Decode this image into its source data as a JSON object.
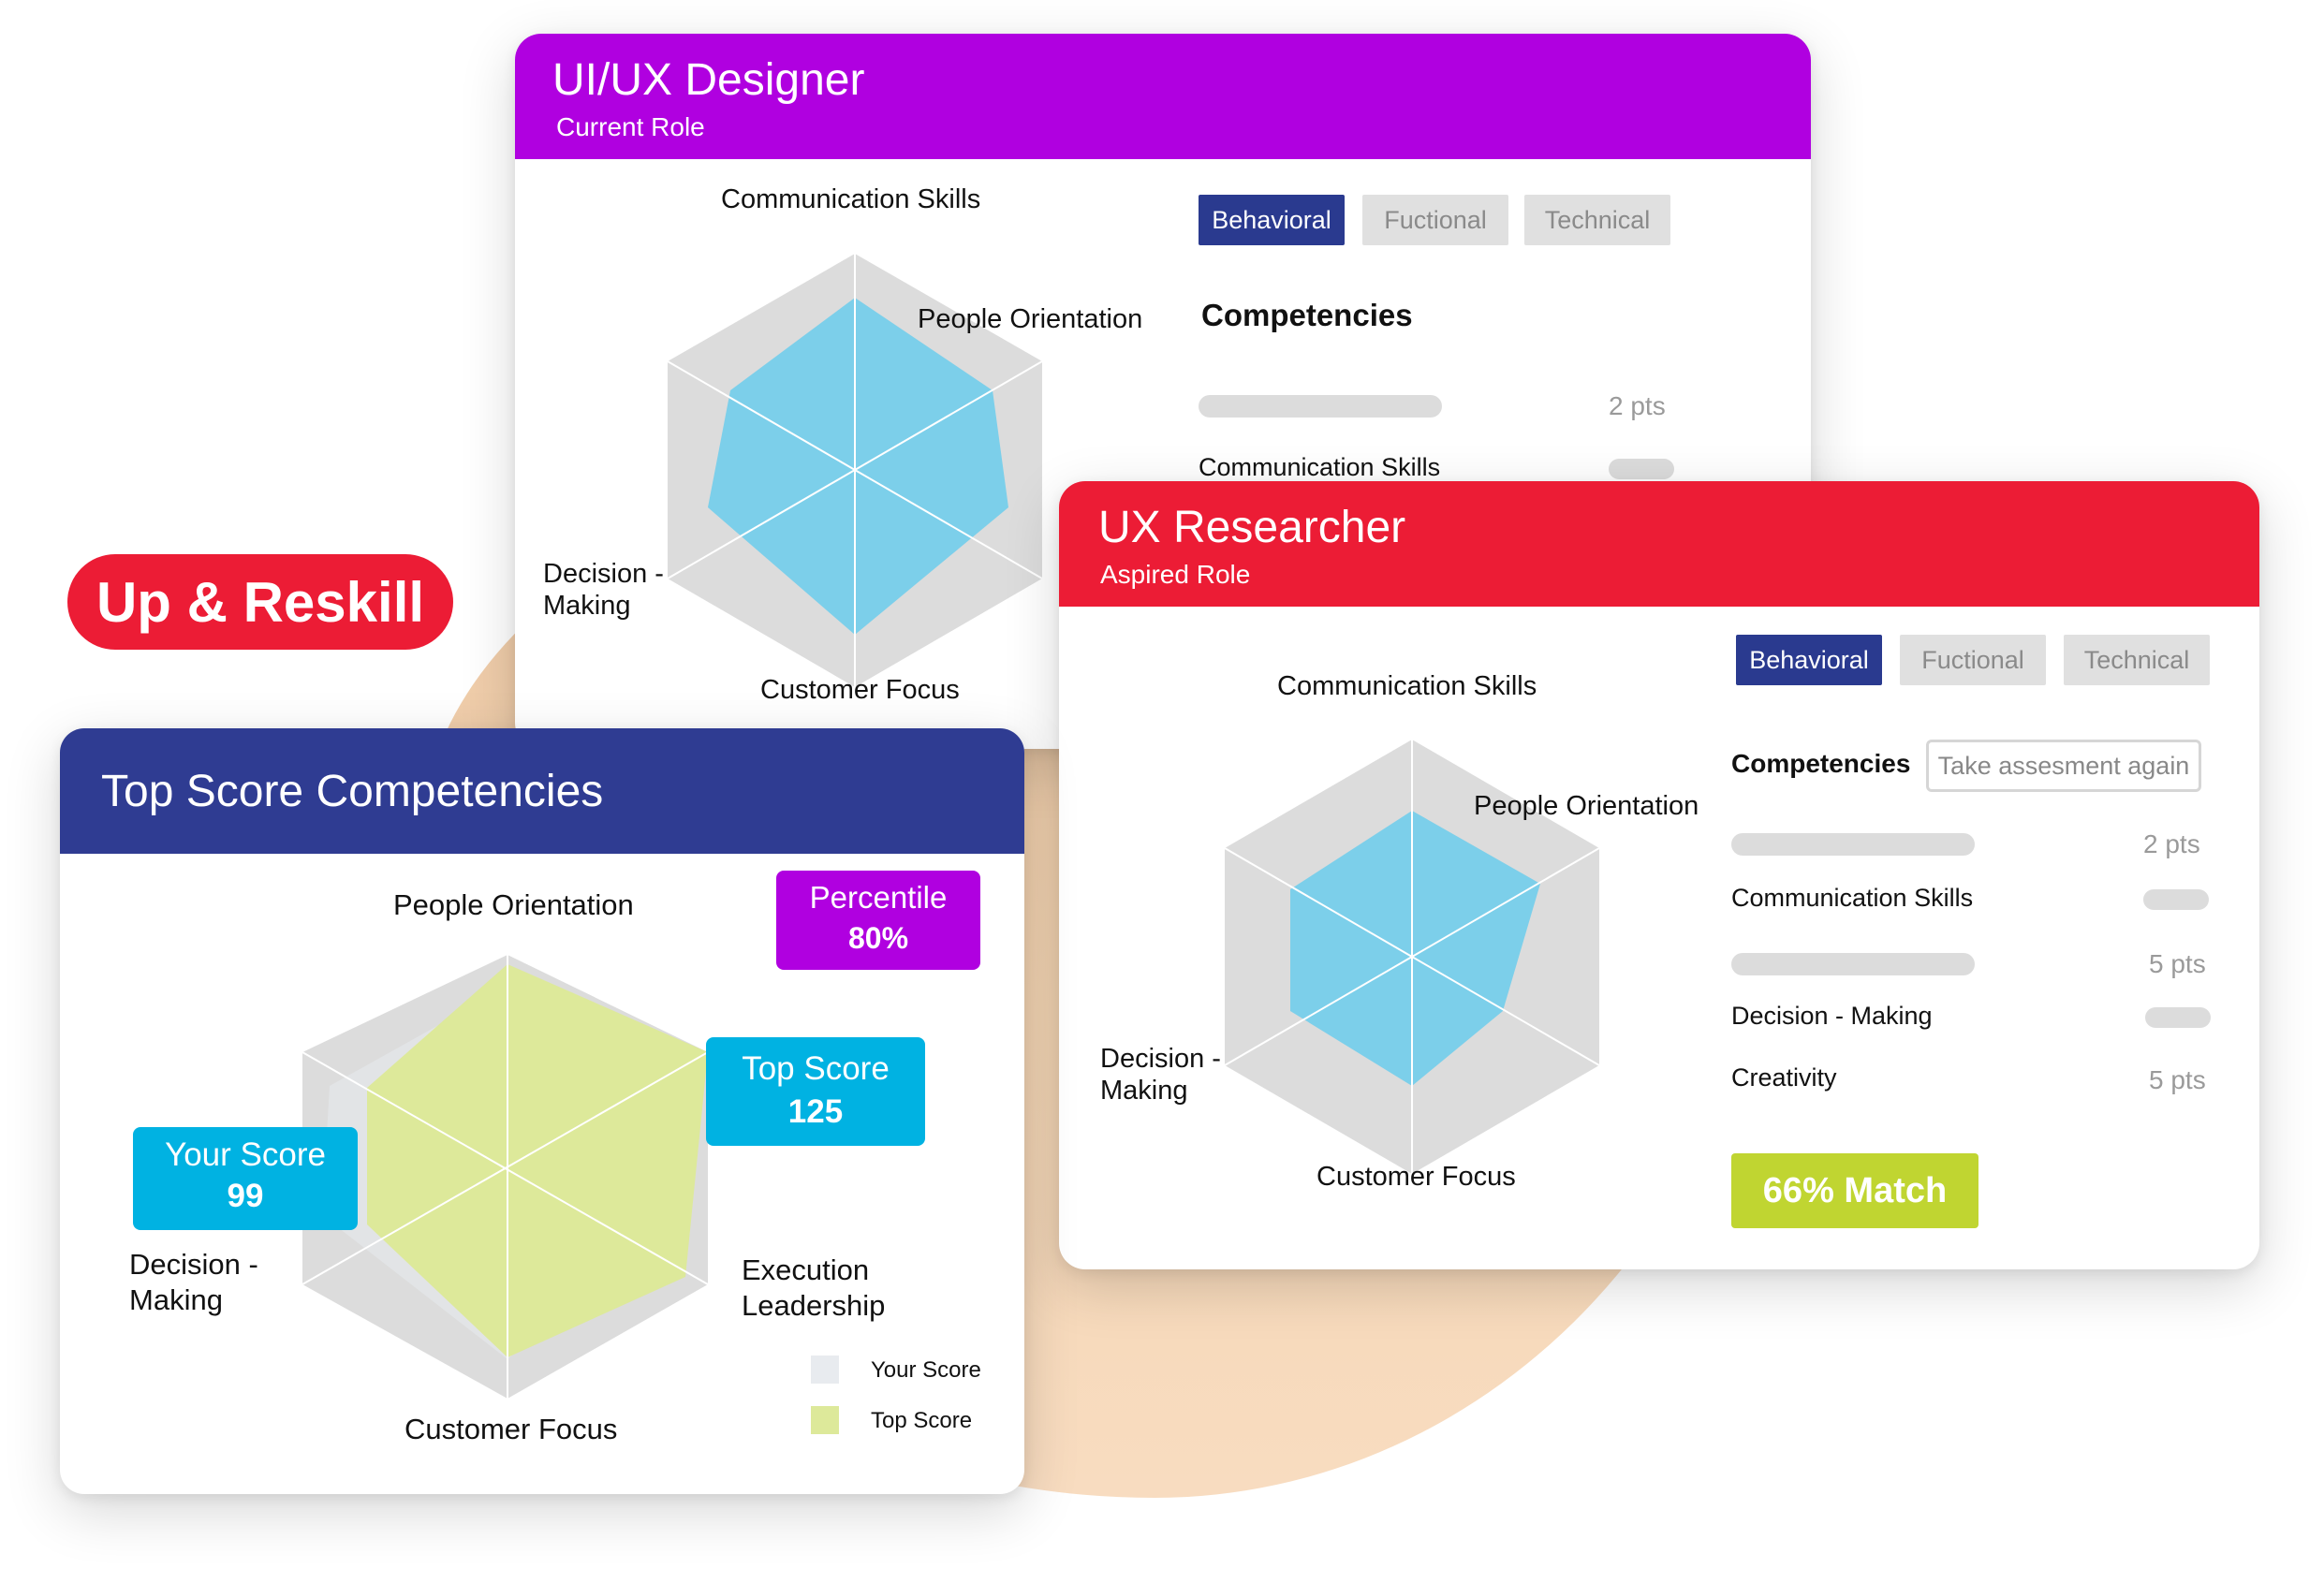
{
  "badge": {
    "label": "Up & Reskill"
  },
  "current_role": {
    "title": "UI/UX Designer",
    "subtitle": "Current Role",
    "color": "#b000e0",
    "radar_labels": {
      "top": "Communication Skills",
      "top_right": "People Orientation",
      "left_1": "Decision -",
      "left_2": "Making",
      "bottom": "Customer Focus"
    },
    "tabs": [
      "Behavioral",
      "Fuctional",
      "Technical"
    ],
    "competencies_heading": "Competencies",
    "rows": [
      {
        "label": "",
        "pts": "2 pts"
      },
      {
        "label": "Communication Skills",
        "pts": ""
      }
    ]
  },
  "aspired_role": {
    "title": "UX Researcher",
    "subtitle": "Aspired Role",
    "color": "#ec1c35",
    "radar_labels": {
      "top": "Communication Skills",
      "top_right": "People Orientation",
      "left_1": "Decision -",
      "left_2": "Making",
      "bottom": "Customer Focus"
    },
    "tabs": [
      "Behavioral",
      "Fuctional",
      "Technical"
    ],
    "competencies_heading": "Competencies",
    "reassess_button": "Take assesment again",
    "rows": [
      {
        "label": "",
        "pts": "2 pts"
      },
      {
        "label": "Communication Skills",
        "pts": ""
      },
      {
        "label": "",
        "pts": "5 pts"
      },
      {
        "label": "Decision - Making",
        "pts": ""
      },
      {
        "label": "Creativity",
        "pts": "5 pts"
      }
    ],
    "match": "66% Match",
    "match_color": "#c0d531"
  },
  "top_score": {
    "title": "Top Score Competencies",
    "color": "#2f3c92",
    "radar_labels": {
      "top": "People Orientation",
      "left_1": "Decision -",
      "left_2": "Making",
      "right_1": "Execution",
      "right_2": "Leadership",
      "bottom": "Customer Focus"
    },
    "percentile": {
      "label": "Percentile",
      "value": "80%"
    },
    "top_score_box": {
      "label": "Top Score",
      "value": "125"
    },
    "your_score_box": {
      "label": "Your Score",
      "value": "99"
    },
    "legend": [
      {
        "label": "Your Score",
        "color": "#e8ebef"
      },
      {
        "label": "Top Score",
        "color": "#dde99a"
      }
    ]
  }
}
